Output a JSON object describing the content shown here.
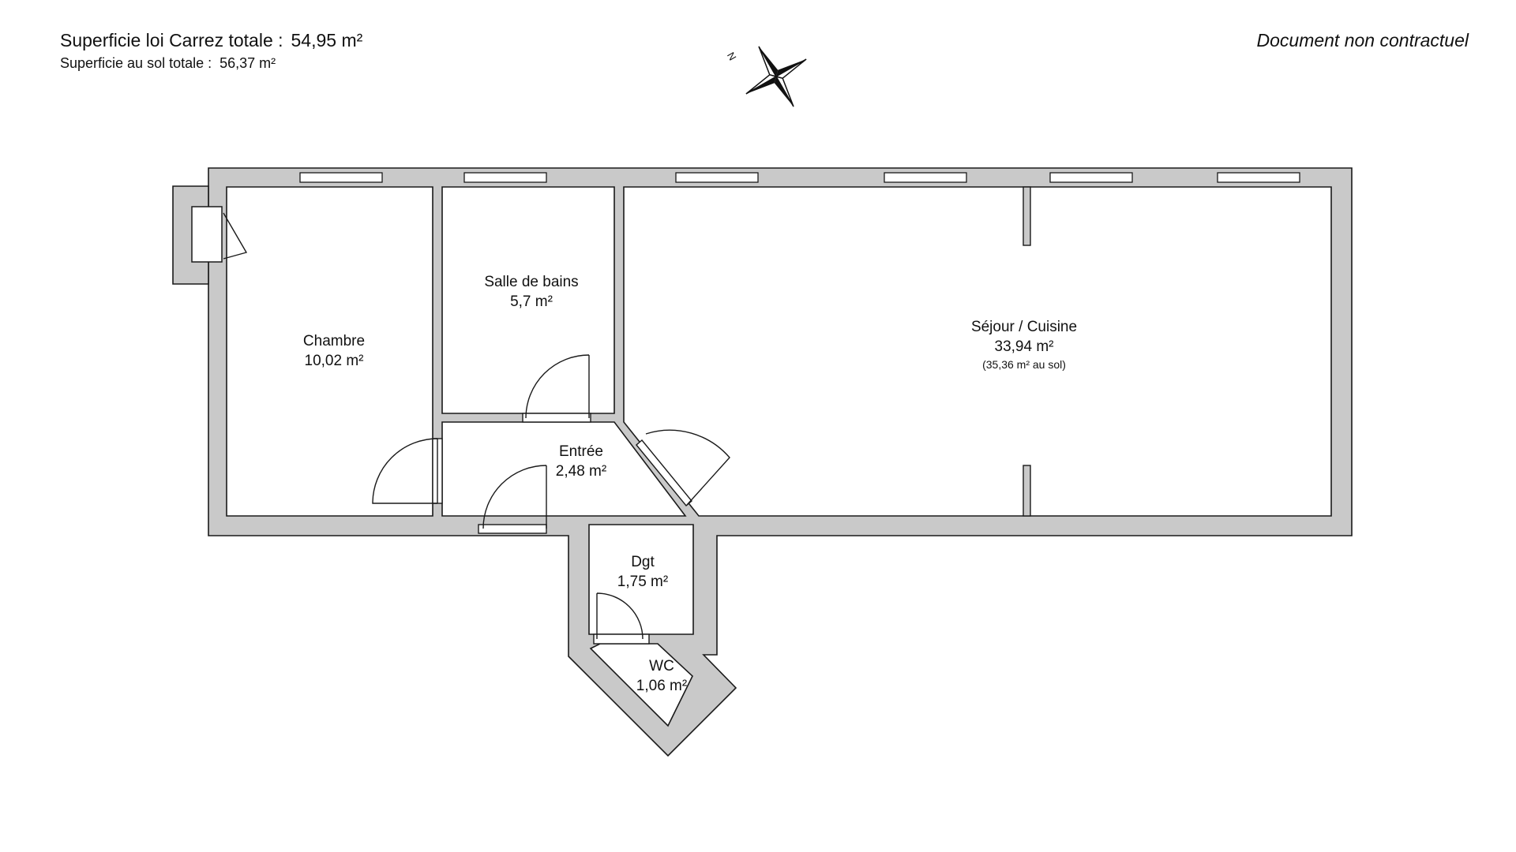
{
  "header": {
    "carrez_label": "Superficie loi Carrez totale :",
    "carrez_value": "54,95 m²",
    "floor_label": "Superficie au sol totale :",
    "floor_value": "56,37 m²",
    "disclaimer": "Document non contractuel"
  },
  "compass": {
    "north_label": "N"
  },
  "rooms": [
    {
      "name": "Chambre",
      "area": "10,02 m²"
    },
    {
      "name": "Salle de bains",
      "area": "5,7 m²"
    },
    {
      "name": "Séjour / Cuisine",
      "area": "33,94 m²",
      "note": "(35,36 m² au sol)"
    },
    {
      "name": "Entrée",
      "area": "2,48 m²"
    },
    {
      "name": "Dgt",
      "area": "1,75 m²"
    },
    {
      "name": "WC",
      "area": "1,06 m²"
    }
  ],
  "colors": {
    "wall": "#c9c9c9",
    "wall_outline": "#1a1a1a",
    "background": "#ffffff"
  }
}
